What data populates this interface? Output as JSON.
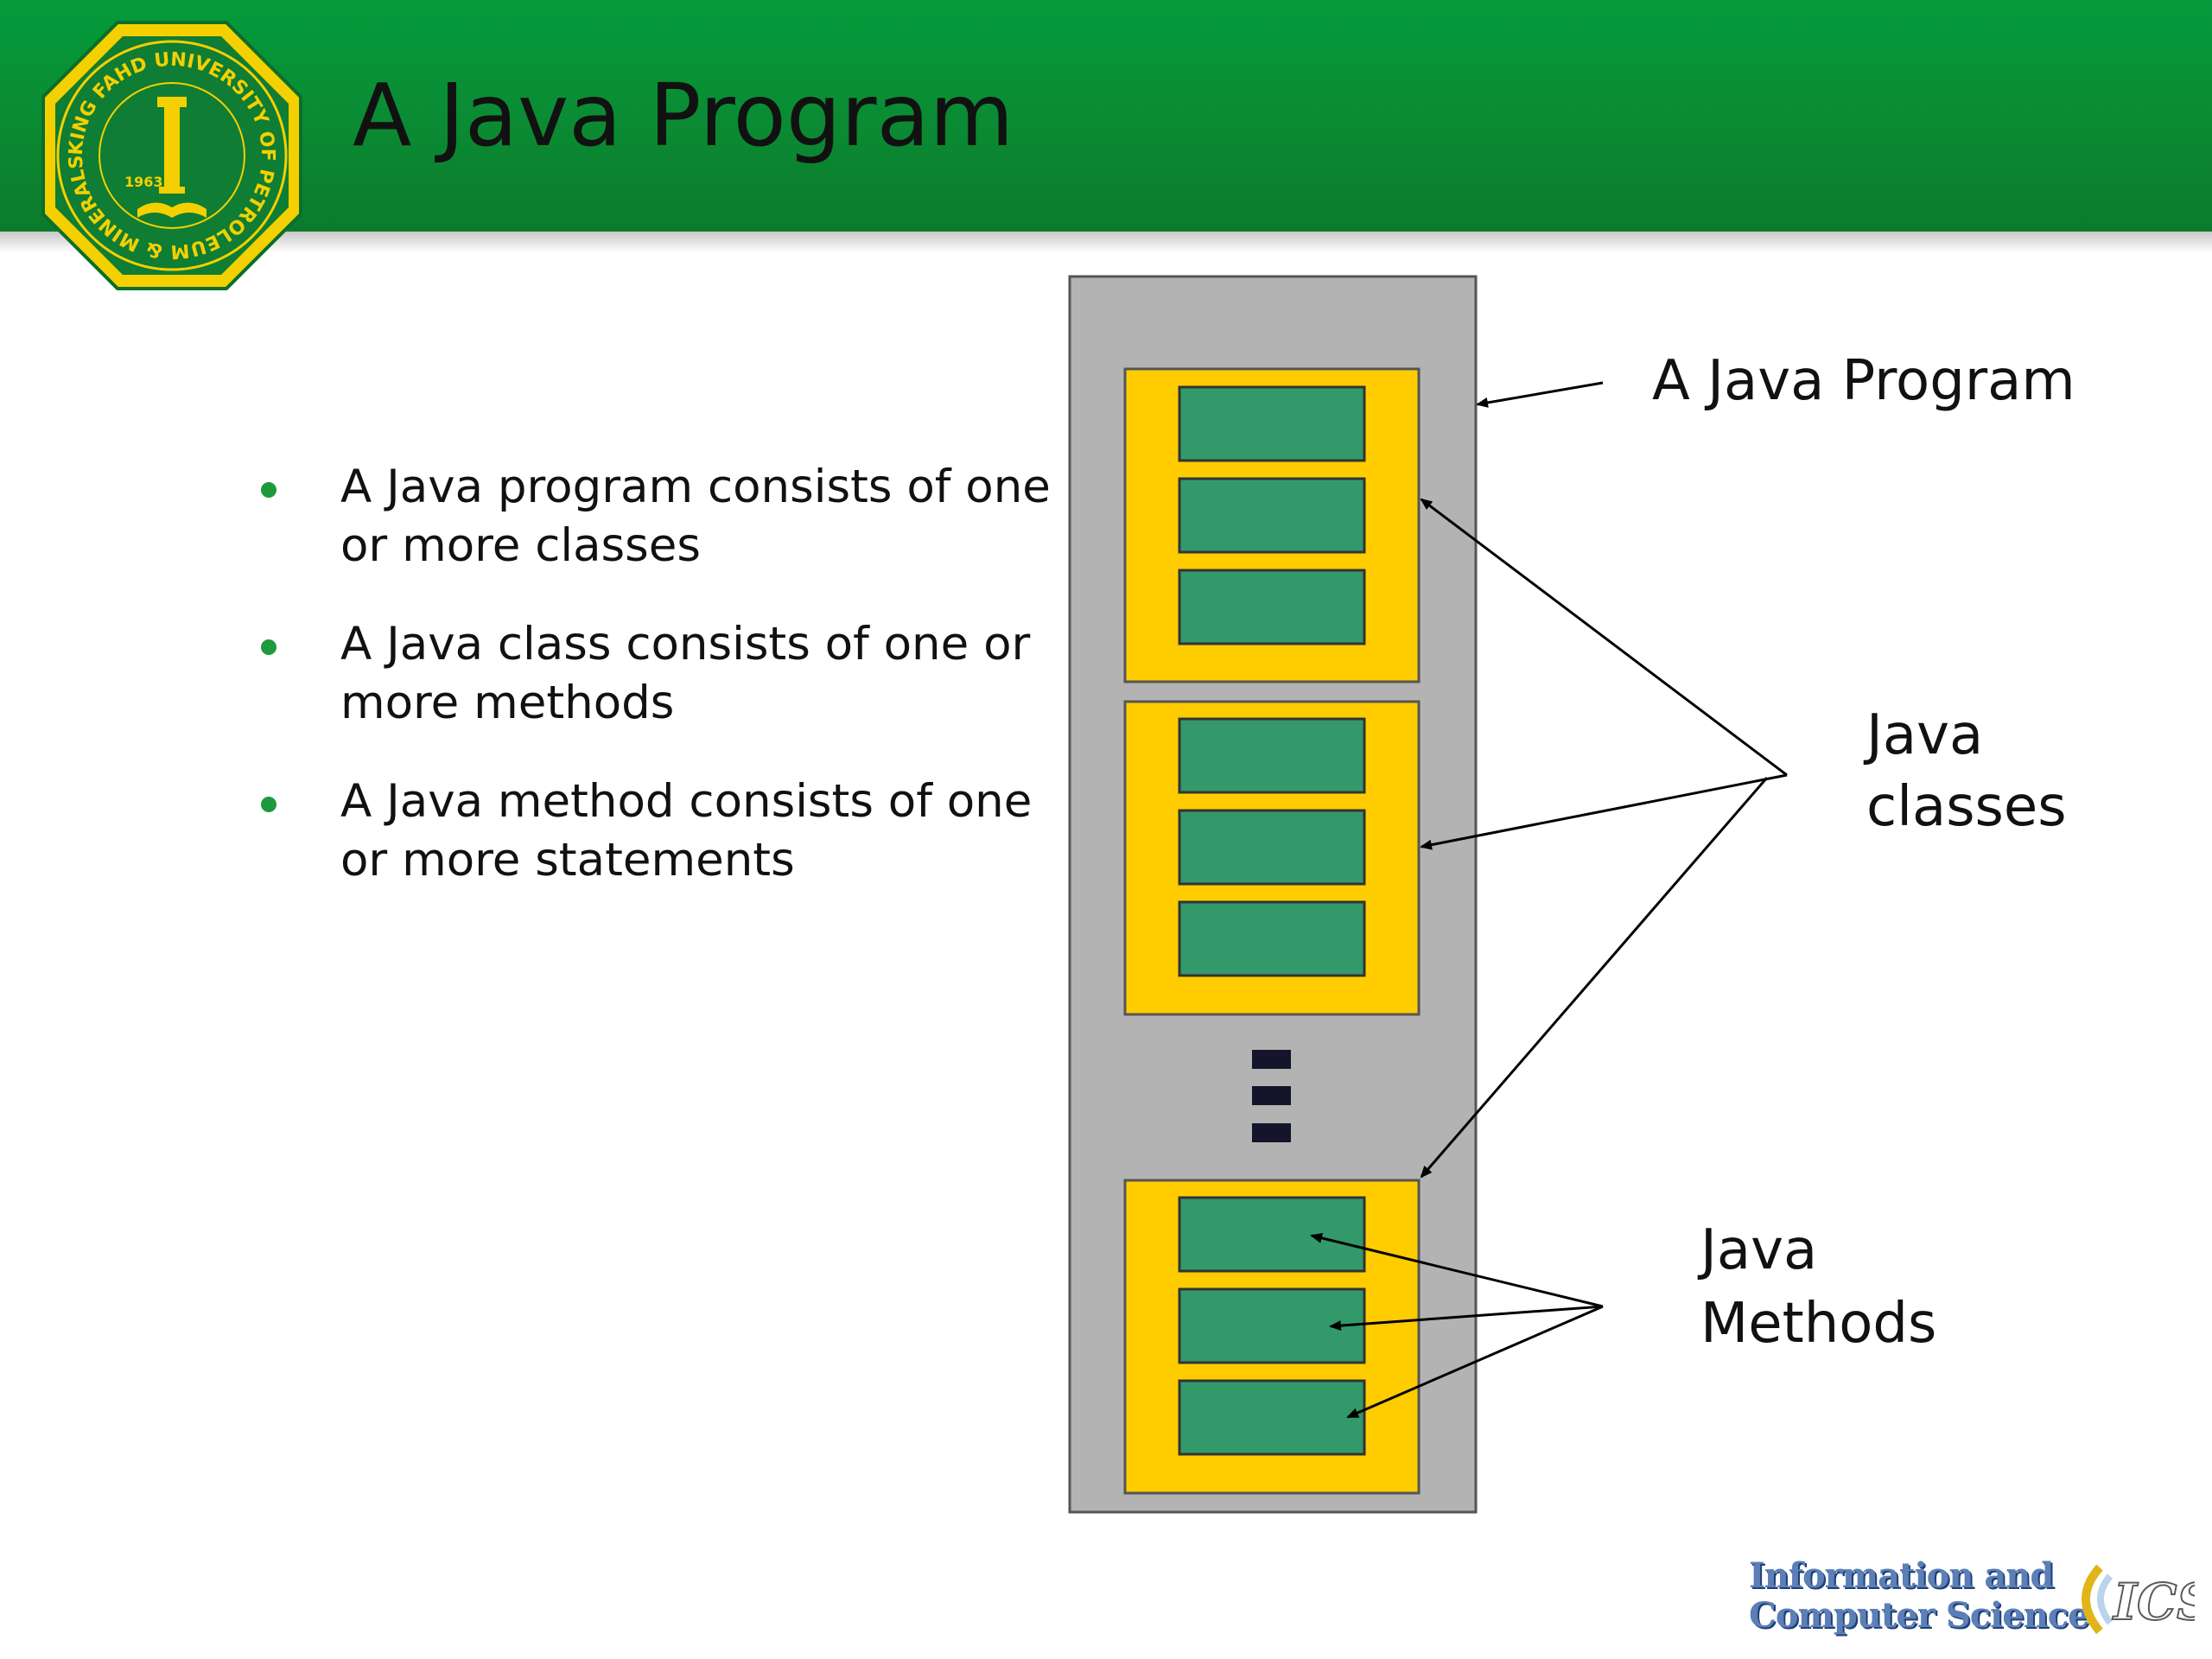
{
  "slide": {
    "title": "A Java Program"
  },
  "logo": {
    "name": "kfupm-seal-logo",
    "seal_text": "KING FAHD UNIVERSITY OF PETROLEUM & MINERALS",
    "year": "1963",
    "colors": {
      "ring": "#0f7d33",
      "gold": "#f4d000"
    }
  },
  "bullets": [
    {
      "text": "A Java program consists of  one or more classes"
    },
    {
      "text": "A Java class consists of one or more methods"
    },
    {
      "text": "A Java method consists of one or more statements"
    }
  ],
  "diagram": {
    "labels": {
      "program": "A Java Program",
      "classes_line1": "Java",
      "classes_line2": "classes",
      "methods_line1": "Java",
      "methods_line2": "Methods"
    },
    "colors": {
      "program_box": "#b3b3b3",
      "class_box": "#ffcc00",
      "method_box": "#33996a",
      "ellipsis": "#14142b"
    },
    "classes": [
      {
        "methods": 3
      },
      {
        "methods": 3
      },
      {
        "methods": 3
      }
    ]
  },
  "footer_logo": {
    "line1": "Information and",
    "line2": "Computer Science",
    "mark": "ICS"
  },
  "colors": {
    "header_green": "#0b8a33",
    "bullet_green": "#1d9a3c"
  }
}
